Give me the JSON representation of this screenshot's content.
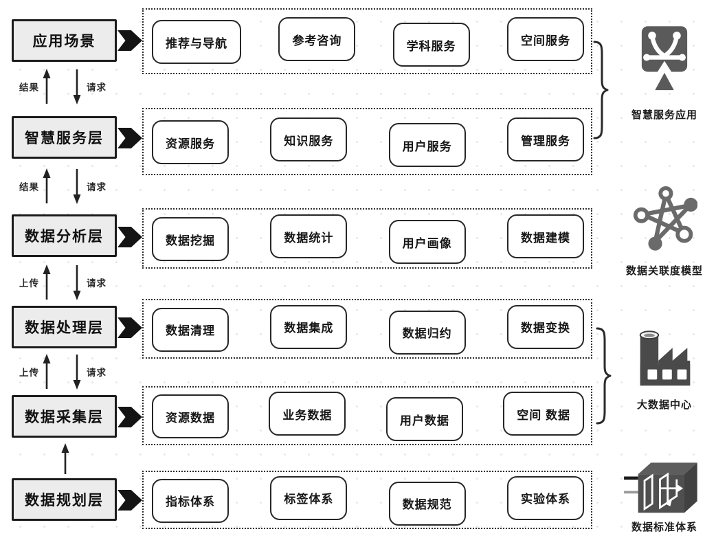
{
  "layers": [
    {
      "label": "应用场景",
      "items": [
        "推荐与导航",
        "参考咨询",
        "学科服务",
        "空间服务"
      ]
    },
    {
      "label": "智慧服务层",
      "items": [
        "资源服务",
        "知识服务",
        "用户服务",
        "管理服务"
      ]
    },
    {
      "label": "数据分析层",
      "items": [
        "数据挖掘",
        "数据统计",
        "用户画像",
        "数据建模"
      ]
    },
    {
      "label": "数据处理层",
      "items": [
        "数据清理",
        "数据集成",
        "数据归约",
        "数据变换"
      ]
    },
    {
      "label": "数据采集层",
      "items": [
        "资源数据",
        "业务数据",
        "用户数据",
        "空间 数据"
      ]
    },
    {
      "label": "数据规划层",
      "items": [
        "指标体系",
        "标签体系",
        "数据规范",
        "实验体系"
      ]
    }
  ],
  "flows": [
    {
      "up_label": "结果",
      "down_label": "请求"
    },
    {
      "up_label": "结果",
      "down_label": "请求"
    },
    {
      "up_label": "上传",
      "down_label": "请求"
    },
    {
      "up_label": "上传",
      "down_label": "请求"
    }
  ],
  "side_icons": [
    {
      "icon": "smart-service-app-icon",
      "label": "智慧服务应用"
    },
    {
      "icon": "data-correlation-model-icon",
      "label": "数据关联度模型"
    },
    {
      "icon": "big-data-center-icon",
      "label": "大数据中心"
    },
    {
      "icon": "data-standard-system-icon",
      "label": "数据标准体系"
    }
  ],
  "colors": {
    "layer_fill": "#ececec",
    "line": "#1b1b1b",
    "icon_gray": "#5a5a5a"
  }
}
